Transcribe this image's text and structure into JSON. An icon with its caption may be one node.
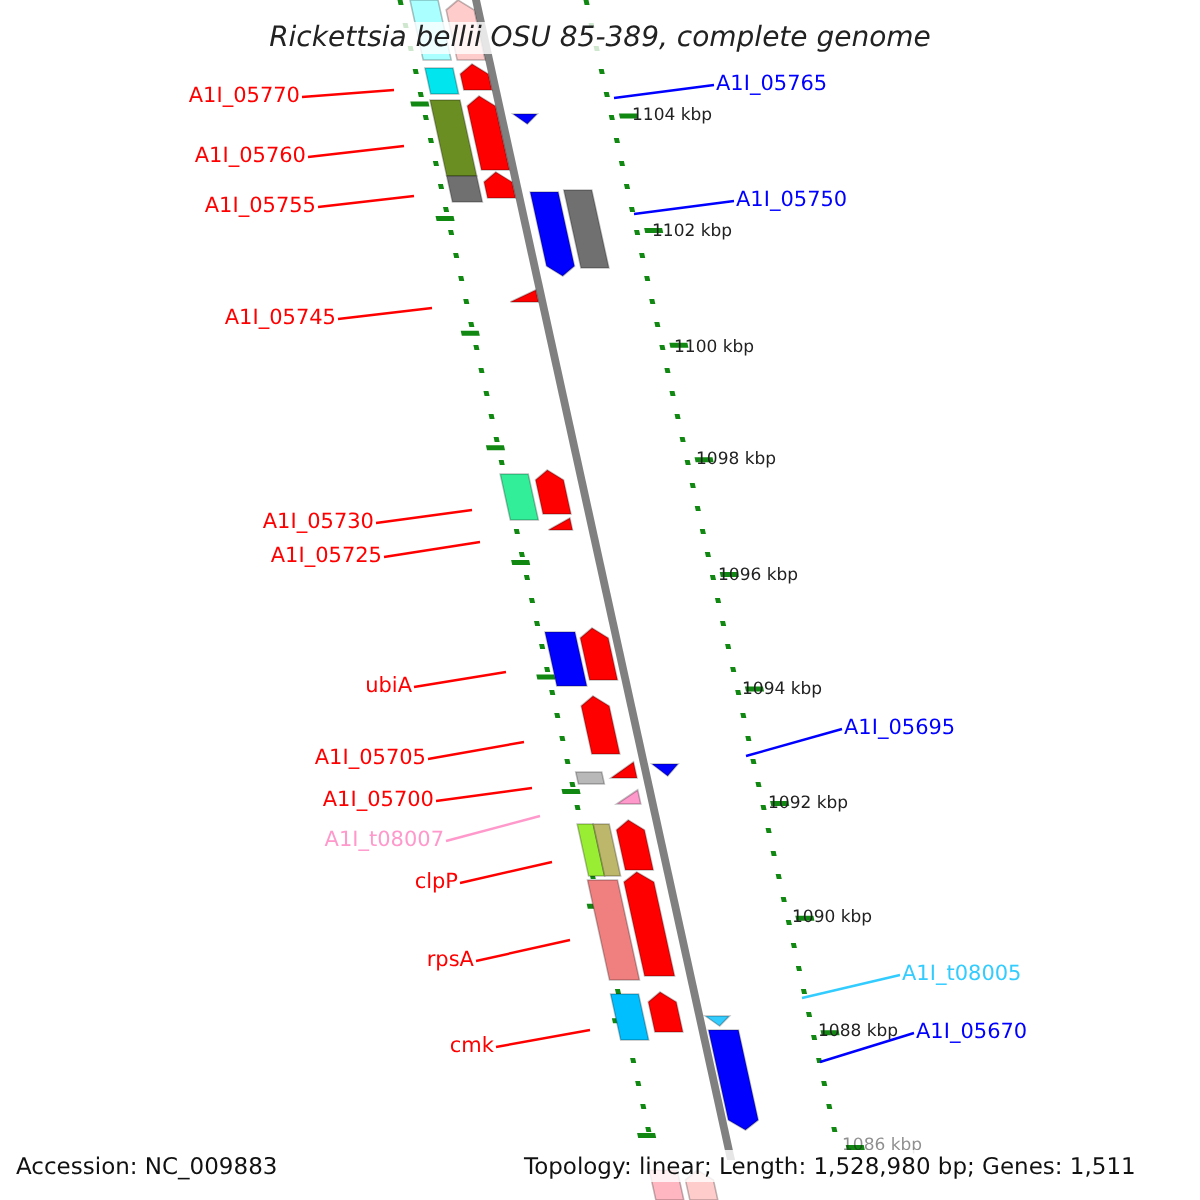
{
  "diagram": {
    "title": "Rickettsia bellii OSU 85-389, complete genome",
    "nodes": [
      {
        "text": [
          "A1I_05765"
        ]
      },
      {
        "text": [
          "A1I_05770"
        ]
      },
      {
        "text": [
          "A1I_05760"
        ]
      },
      {
        "text": [
          "A1I_05750"
        ]
      },
      {
        "text": [
          "A1I_05755"
        ]
      },
      {
        "text": [
          "A1I_05745"
        ]
      },
      {
        "text": [
          "A1I_05730"
        ]
      },
      {
        "text": [
          "A1I_05725"
        ]
      },
      {
        "text": [
          "ubiA"
        ]
      },
      {
        "text": [
          "A1I_05695"
        ]
      },
      {
        "text": [
          "A1I_05705"
        ]
      },
      {
        "text": [
          "A1I_05700"
        ]
      },
      {
        "text": [
          "A1I_t08007"
        ]
      },
      {
        "text": [
          "clpP"
        ]
      },
      {
        "text": [
          "rpsA"
        ]
      },
      {
        "text": [
          "A1I_t08005"
        ]
      },
      {
        "text": [
          "A1I_05670"
        ]
      },
      {
        "text": [
          "cmk"
        ]
      }
    ],
    "edges": [
      {
        "from": 0,
        "to": null,
        "arrow": "none",
        "color": "#0000ff"
      },
      {
        "from": 1,
        "to": null,
        "arrow": "none"
      },
      {
        "from": 2,
        "to": null,
        "arrow": "none"
      },
      {
        "from": 3,
        "to": null,
        "arrow": "none",
        "color": "#0000ff"
      },
      {
        "from": 4,
        "to": null,
        "arrow": "none"
      },
      {
        "from": 5,
        "to": null,
        "arrow": "none"
      },
      {
        "from": 6,
        "to": null,
        "arrow": "none"
      },
      {
        "from": 7,
        "to": null,
        "arrow": "none"
      },
      {
        "from": 8,
        "to": null,
        "arrow": "none"
      },
      {
        "from": 9,
        "to": null,
        "arrow": "none",
        "color": "#0000ff"
      },
      {
        "from": 10,
        "to": null,
        "arrow": "none"
      },
      {
        "from": 11,
        "to": null,
        "arrow": "none"
      },
      {
        "from": 12,
        "to": null,
        "arrow": "none",
        "color": "#ff99cc"
      },
      {
        "from": 13,
        "to": null,
        "arrow": "none"
      },
      {
        "from": 14,
        "to": null,
        "arrow": "none"
      },
      {
        "from": 15,
        "to": null,
        "arrow": "none",
        "color": "#33ccff"
      },
      {
        "from": 16,
        "to": null,
        "arrow": "none",
        "color": "#0000ff"
      },
      {
        "from": 17,
        "to": null,
        "arrow": "none"
      }
    ],
    "labels": [
      "1104 kbp",
      "1102 kbp",
      "1100 kbp",
      "1098 kbp",
      "1096 kbp",
      "1094 kbp",
      "1092 kbp",
      "1090 kbp",
      "1088 kbp",
      "1086 kbp",
      "Accession: NC_009883",
      "Topology: linear; Length: 1,528,980 bp; Genes: 1,511"
    ]
  }
}
